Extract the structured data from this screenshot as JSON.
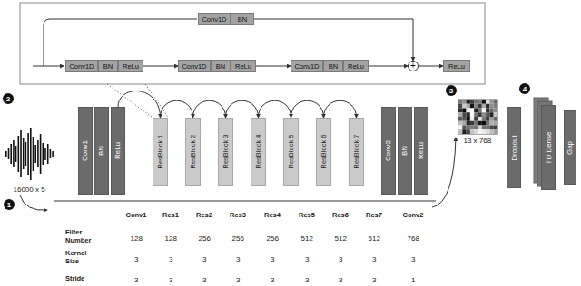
{
  "diagram": {
    "nodes": [
      {
        "text": [
          "Conv1D"
        ]
      },
      {
        "text": [
          "BN"
        ]
      },
      {
        "text": [
          "Conv1D"
        ]
      },
      {
        "text": [
          "BN"
        ]
      },
      {
        "text": [
          "ReLu"
        ]
      },
      {
        "text": [
          "Conv1D"
        ]
      },
      {
        "text": [
          "BN"
        ]
      },
      {
        "text": [
          "ReLu"
        ]
      },
      {
        "text": [
          "Conv1D"
        ]
      },
      {
        "text": [
          "BN"
        ]
      },
      {
        "text": [
          "ReLu"
        ]
      },
      {
        "text": [
          "+"
        ]
      },
      {
        "text": [
          "ReLu"
        ]
      },
      {
        "text": [
          "Conv1"
        ]
      },
      {
        "text": [
          "BN"
        ]
      },
      {
        "text": [
          "ReLu"
        ]
      },
      {
        "text": [
          "ResBlock 1"
        ]
      },
      {
        "text": [
          "ResBlock 2"
        ]
      },
      {
        "text": [
          "ResBlock 3"
        ]
      },
      {
        "text": [
          "ResBlock 4"
        ]
      },
      {
        "text": [
          "ResBlock 5"
        ]
      },
      {
        "text": [
          "ResBlock 6"
        ]
      },
      {
        "text": [
          "ResBlock 7"
        ]
      },
      {
        "text": [
          "Conv2"
        ]
      },
      {
        "text": [
          "BN"
        ]
      },
      {
        "text": [
          "ReLu"
        ]
      },
      {
        "text": [
          "Dropout"
        ]
      },
      {
        "text": [
          "TD Dense"
        ]
      },
      {
        "text": [
          "Gap"
        ]
      }
    ],
    "edges": [
      {
        "from": 4,
        "to": 5,
        "arrow": "to"
      },
      {
        "from": 7,
        "to": 8,
        "arrow": "to"
      },
      {
        "from": 10,
        "to": 11,
        "arrow": "to"
      },
      {
        "from": 11,
        "to": 12,
        "arrow": "to"
      },
      {
        "from": 1,
        "to": 11,
        "arrow": "to"
      },
      {
        "from": 15,
        "to": 16,
        "arrow": "to"
      },
      {
        "from": 16,
        "to": 17,
        "arrow": "to"
      },
      {
        "from": 17,
        "to": 18,
        "arrow": "to"
      },
      {
        "from": 18,
        "to": 19,
        "arrow": "to"
      },
      {
        "from": 19,
        "to": 20,
        "arrow": "to"
      },
      {
        "from": 20,
        "to": 21,
        "arrow": "to"
      },
      {
        "from": 21,
        "to": 22,
        "arrow": "to"
      }
    ],
    "labels": [
      "2",
      "16000 x 5",
      "1",
      "Conv1",
      "Res1",
      "Res2",
      "Res3",
      "Res4",
      "Res5",
      "Res6",
      "Res7",
      "Conv2",
      "Filter Number",
      "128",
      "128",
      "256",
      "256",
      "256",
      "512",
      "512",
      "512",
      "768",
      "Kernel Size",
      "3",
      "3",
      "3",
      "3",
      "3",
      "3",
      "3",
      "3",
      "3",
      "Stride",
      "3",
      "3",
      "3",
      "3",
      "3",
      "3",
      "3",
      "3",
      "1",
      "3",
      "13 x 768",
      "4"
    ]
  }
}
